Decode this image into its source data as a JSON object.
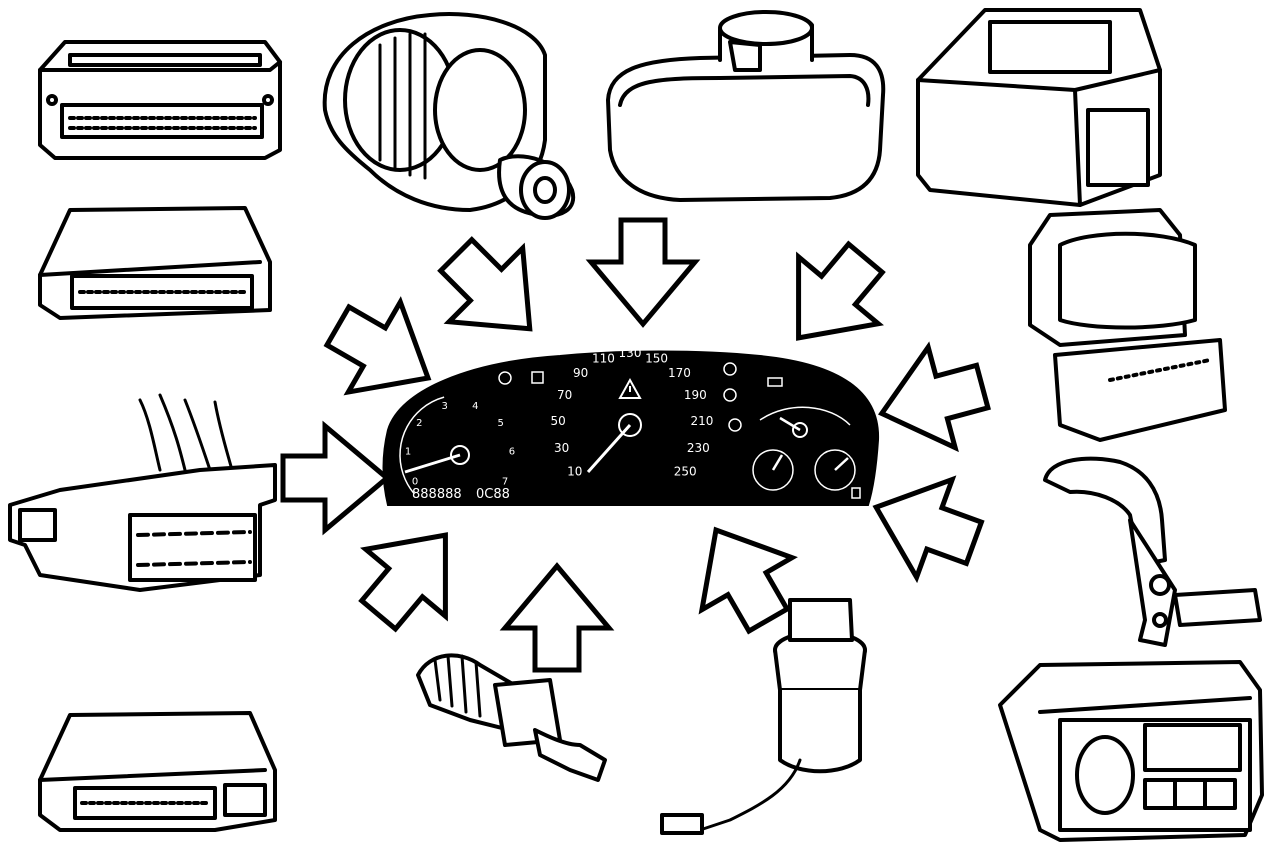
{
  "tachometer": {
    "ticks": [
      "0",
      "1",
      "2",
      "3",
      "4",
      "5",
      "6",
      "7"
    ],
    "needle_value": 0.9
  },
  "speedometer": {
    "ticks": [
      "10",
      "30",
      "50",
      "70",
      "90",
      "110",
      "130",
      "150",
      "170",
      "190",
      "210",
      "230",
      "250"
    ],
    "needle_value": 13
  },
  "odometer": {
    "left": "888888",
    "right": "0C88"
  },
  "colors": {
    "line": "#000000",
    "paper": "#ffffff",
    "cluster_face": "#000000",
    "cluster_ink": "#ffffff"
  },
  "components": [
    {
      "name": "engine-ecu-top-left",
      "icon": "ecu-icon"
    },
    {
      "name": "alternator",
      "icon": "alternator-icon"
    },
    {
      "name": "brake-fluid-reservoir",
      "icon": "reservoir-icon"
    },
    {
      "name": "control-module-top-right",
      "icon": "module-icon"
    },
    {
      "name": "ecu-left-middle",
      "icon": "ecu-icon"
    },
    {
      "name": "abs-modulator",
      "icon": "abs-modulator-icon"
    },
    {
      "name": "diagnostic-connector",
      "icon": "connector-icon"
    },
    {
      "name": "speed-sensor-lever",
      "icon": "sensor-arm-icon"
    },
    {
      "name": "ecu-bottom-left",
      "icon": "ecu-icon"
    },
    {
      "name": "temperature-sender",
      "icon": "sender-icon"
    },
    {
      "name": "fuel-pump-sender",
      "icon": "fuel-sender-icon"
    },
    {
      "name": "heater-control-panel",
      "icon": "control-panel-icon"
    }
  ]
}
